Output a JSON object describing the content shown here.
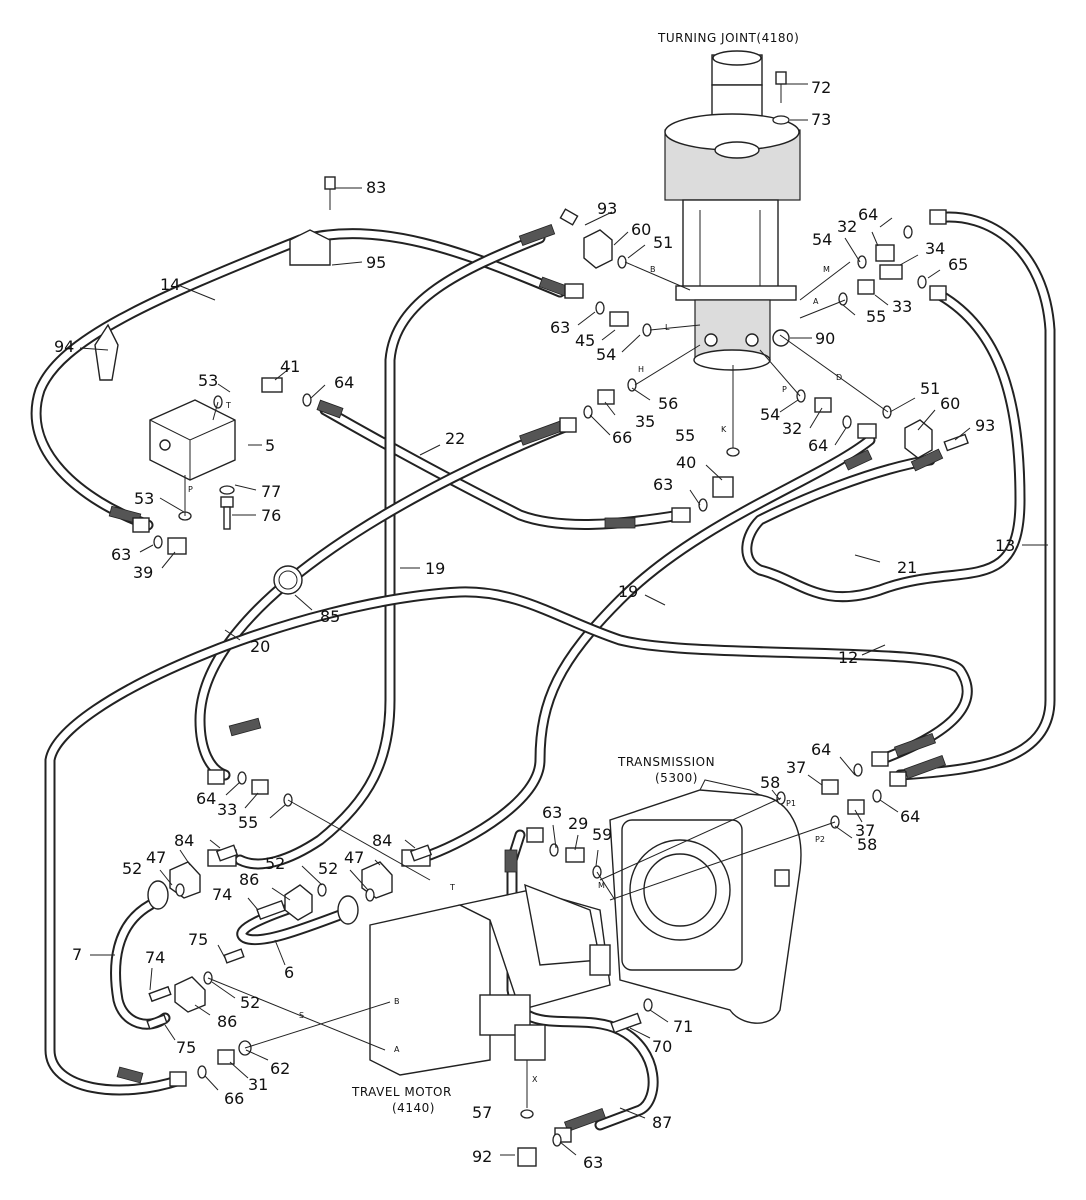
{
  "components": {
    "turning_joint": "TURNING JOINT(4180)",
    "transmission_line1": "TRANSMISSION",
    "transmission_line2": "(5300)",
    "travel_motor_line1": "TRAVEL MOTOR",
    "travel_motor_line2": "(4140)"
  },
  "callouts": [
    "72",
    "73",
    "83",
    "93",
    "60",
    "51",
    "95",
    "64",
    "54",
    "32",
    "34",
    "65",
    "14",
    "33",
    "55",
    "63",
    "45",
    "54",
    "90",
    "94",
    "53",
    "41",
    "64",
    "56",
    "35",
    "66",
    "22",
    "5",
    "51",
    "60",
    "93",
    "54",
    "32",
    "64",
    "55",
    "40",
    "63",
    "53",
    "77",
    "76",
    "63",
    "39",
    "19",
    "85",
    "21",
    "13",
    "19",
    "20",
    "12",
    "64",
    "33",
    "55",
    "64",
    "58",
    "37",
    "37",
    "64",
    "58",
    "63",
    "29",
    "59",
    "84",
    "84",
    "47",
    "47",
    "52",
    "52",
    "52",
    "86",
    "74",
    "75",
    "6",
    "7",
    "74",
    "75",
    "86",
    "52",
    "62",
    "71",
    "70",
    "31",
    "66",
    "57",
    "87",
    "92",
    "63"
  ],
  "port_labels": [
    "B",
    "M",
    "A",
    "L",
    "H",
    "K",
    "P",
    "D",
    "T",
    "P",
    "P1",
    "P2",
    "M",
    "T",
    "S",
    "B",
    "A",
    "X"
  ]
}
